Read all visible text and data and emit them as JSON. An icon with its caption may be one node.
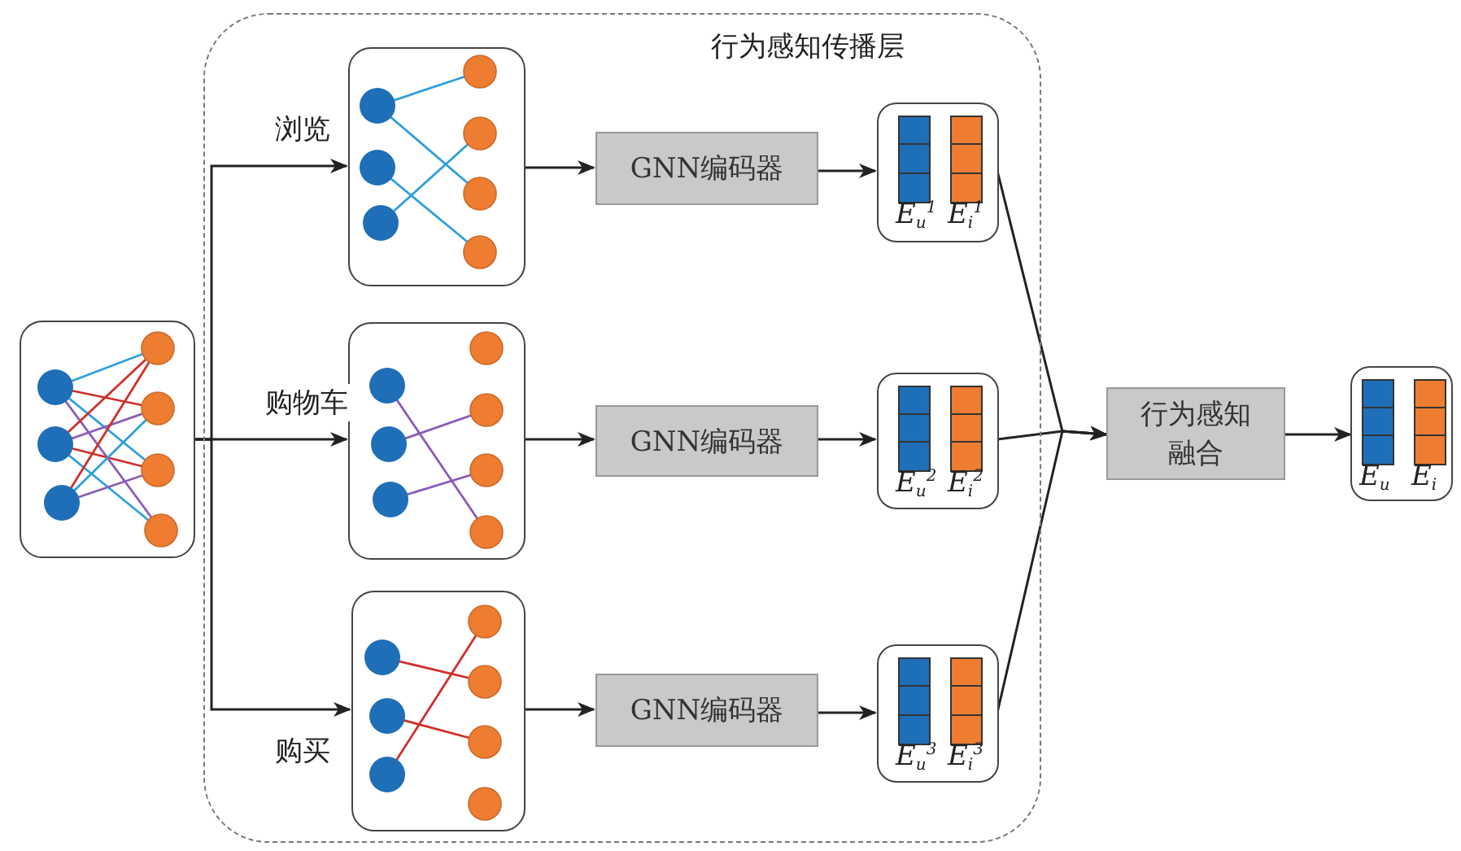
{
  "diagram": {
    "nodes": [
      {
        "text": [
          "行为感知传播层"
        ]
      },
      {
        "text": [],
        "shape": "box"
      },
      {
        "text": [],
        "shape": "box",
        "in": 0
      },
      {
        "text": [],
        "shape": "box",
        "in": 0
      },
      {
        "text": [],
        "shape": "box",
        "in": 0
      },
      {
        "text": [
          "GNN编码器"
        ],
        "in": 0
      },
      {
        "text": [
          "GNN编码器"
        ],
        "in": 0
      },
      {
        "text": [
          "GNN编码器"
        ],
        "in": 0
      },
      {
        "text": [
          "E$_{u}$$^{1}$",
          "E$_{i}$$^{1}$"
        ],
        "in": 0
      },
      {
        "text": [
          "E$_{u}$$^{2}$",
          "E$_{i}$$^{2}$"
        ],
        "in": 0
      },
      {
        "text": [
          "E$_{u}$$^{3}$",
          "E$_{i}$$^{3}$"
        ],
        "in": 0
      },
      {
        "text": [
          "行为感知融合"
        ]
      },
      {
        "text": [
          "E$_{u}$",
          "E$_{i}$"
        ]
      }
    ],
    "edges": [
      {
        "from": 1,
        "to": 2,
        "arrow": "to",
        "label": "浏览"
      },
      {
        "from": 1,
        "to": 3,
        "arrow": "to",
        "label": "购物车"
      },
      {
        "from": 1,
        "to": 4,
        "arrow": "to",
        "label": "购买"
      },
      {
        "from": 2,
        "to": 5,
        "arrow": "to"
      },
      {
        "from": 3,
        "to": 6,
        "arrow": "to"
      },
      {
        "from": 4,
        "to": 7,
        "arrow": "to"
      },
      {
        "from": 5,
        "to": 8,
        "arrow": "to"
      },
      {
        "from": 6,
        "to": 9,
        "arrow": "to"
      },
      {
        "from": 7,
        "to": 10,
        "arrow": "to"
      },
      {
        "from": 8,
        "to": 11,
        "arrow": "to"
      },
      {
        "from": 9,
        "to": 11,
        "arrow": "to"
      },
      {
        "from": 10,
        "to": 11,
        "arrow": "to"
      },
      {
        "from": 11,
        "to": 12,
        "arrow": "to"
      }
    ]
  }
}
